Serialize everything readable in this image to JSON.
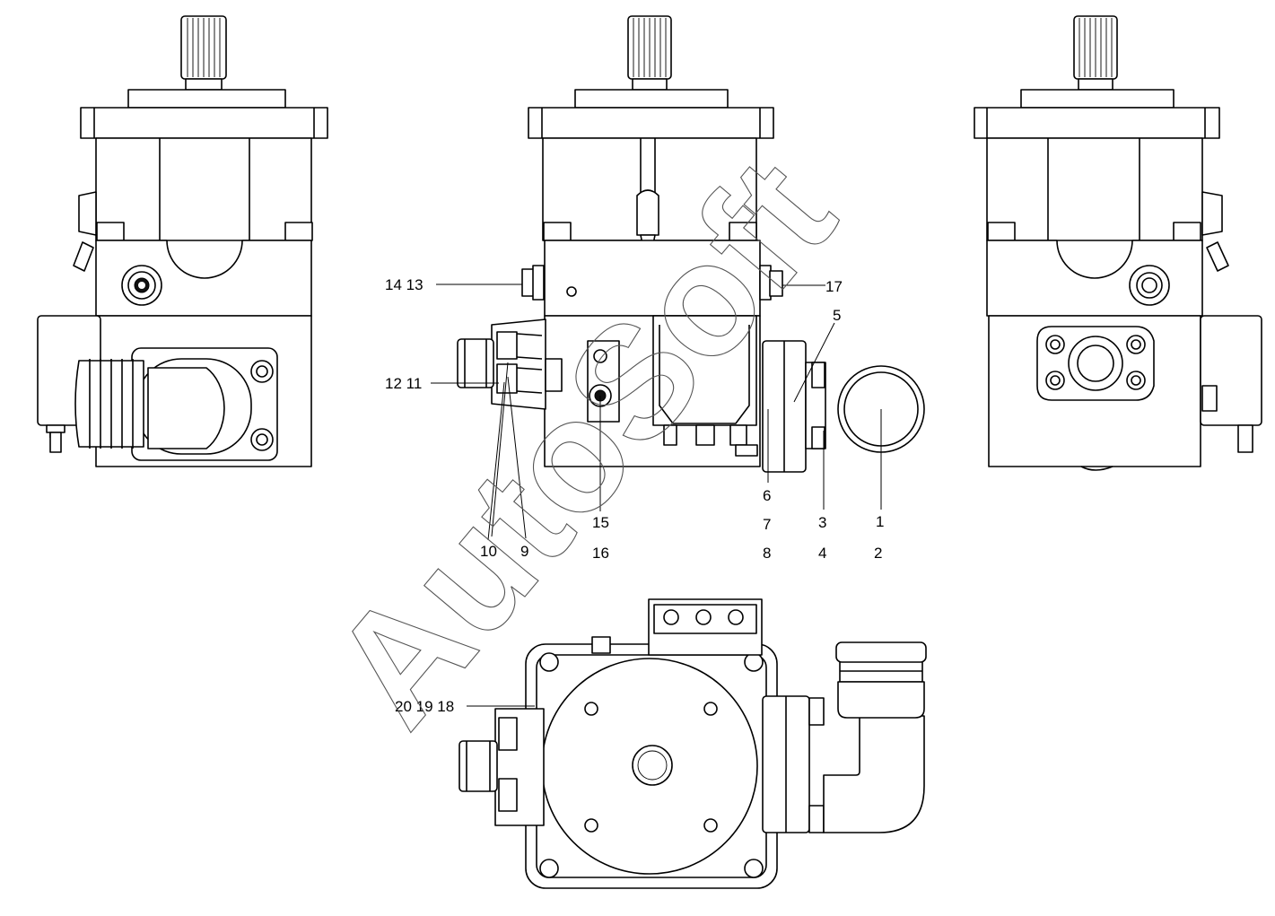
{
  "watermark": {
    "text": "AutoSoft"
  },
  "callouts": {
    "c1413": "14 13",
    "c1211": "12 11",
    "c17": "17",
    "c5": "5",
    "c6": "6",
    "c7": "7",
    "c8": "8",
    "c3": "3",
    "c4": "4",
    "c1": "1",
    "c2": "2",
    "c10": "10",
    "c9": "9",
    "c15": "15",
    "c16": "16",
    "c201918": "20 19 18"
  }
}
